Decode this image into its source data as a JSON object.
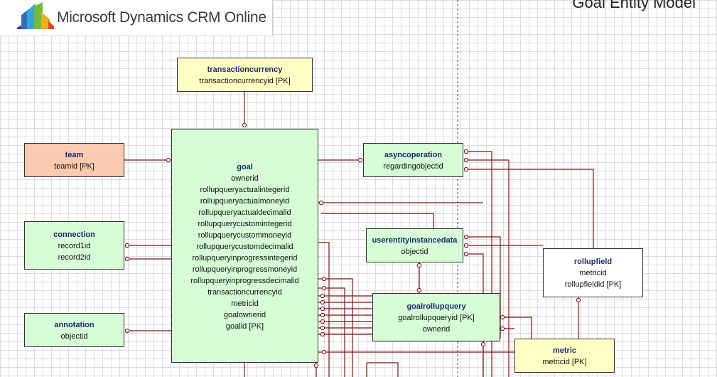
{
  "header": {
    "brand": "Microsoft Dynamics CRM Online",
    "title": "Goal Entity Model"
  },
  "entities": {
    "transactioncurrency": {
      "name": "transactioncurrency",
      "attributes": [
        "transactioncurrencyid  [PK]"
      ]
    },
    "team": {
      "name": "team",
      "attributes": [
        "teamid  [PK]"
      ]
    },
    "goal": {
      "name": "goal",
      "attributes": [
        "ownerid",
        "rollupqueryactualintegerid",
        "rollupqueryactualmoneyid",
        "rollupqueryactualdecimalid",
        "rollupquerycustomintegerid",
        "rollupquerycustommoneyid",
        "rollupquerycustomdecimalid",
        "rollupqueryinprogressintegerid",
        "rollupqueryinprogressmoneyid",
        "rollupqueryinprogressdecimalid",
        "transactioncurrencyid",
        "metricid",
        "goalownerid",
        "goalid  [PK]"
      ]
    },
    "asyncoperation": {
      "name": "asyncoperation",
      "attributes": [
        "regardingobjectid"
      ]
    },
    "connection": {
      "name": "connection",
      "attributes": [
        "record1id",
        "record2id"
      ]
    },
    "userentityinstancedata": {
      "name": "userentityinstancedata",
      "attributes": [
        "objectid"
      ]
    },
    "rollupfield": {
      "name": "rollupfield",
      "attributes": [
        "metricid",
        "rollupfieldid  [PK]"
      ]
    },
    "annotation": {
      "name": "annotation",
      "attributes": [
        "objectid"
      ]
    },
    "goalrollupquery": {
      "name": "goalrollupquery",
      "attributes": [
        "goalrollupqueryid  [PK]",
        "ownerid"
      ]
    },
    "metric": {
      "name": "metric",
      "attributes": [
        "metricid  [PK]"
      ]
    }
  }
}
